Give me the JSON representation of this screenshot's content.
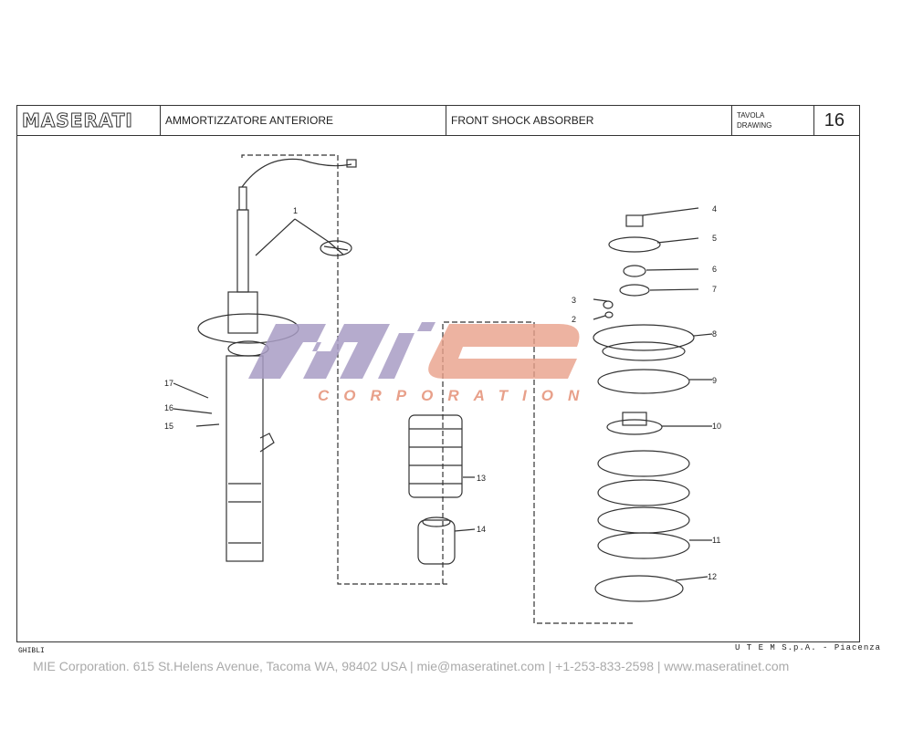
{
  "header": {
    "logo": "MASERATI",
    "title_it": "AMMORTIZZATORE ANTERIORE",
    "title_en": "FRONT SHOCK ABSORBER",
    "tavola_label": "TAVOLA",
    "drawing_label": "DRAWING",
    "drawing_number": "16"
  },
  "parts": [
    "1",
    "2",
    "3",
    "4",
    "5",
    "6",
    "7",
    "8",
    "9",
    "10",
    "11",
    "12",
    "13",
    "14",
    "15",
    "16",
    "17"
  ],
  "footer": {
    "model": "GHIBLI",
    "company": "U T E M  S.p.A. - Piacenza",
    "contact": "MIE Corporation. 615 St.Helens Avenue, Tacoma WA, 98402 USA  |  mie@maseratinet.com  |    +1-253-833-2598   |  www.maseratinet.com"
  },
  "watermark": {
    "logo": "mie",
    "text": "CORPORATION",
    "colors": {
      "purple": "#a89cc4",
      "orange": "#e8a08a"
    }
  }
}
